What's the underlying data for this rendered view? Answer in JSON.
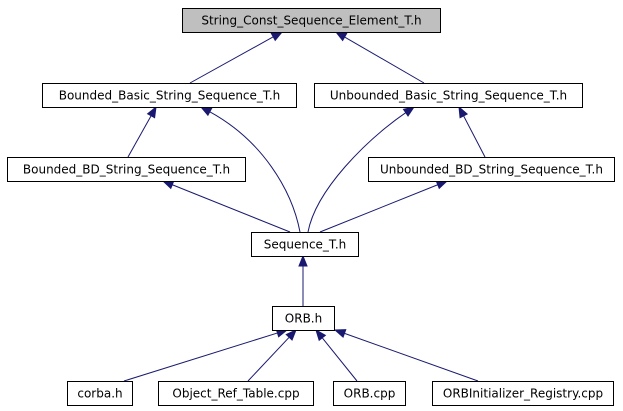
{
  "diagram": {
    "nodes": [
      {
        "id": "string_const",
        "label": "String_Const_Sequence_Element_T.h",
        "highlight": true
      },
      {
        "id": "bounded_basic",
        "label": "Bounded_Basic_String_Sequence_T.h",
        "highlight": false
      },
      {
        "id": "unbounded_basic",
        "label": "Unbounded_Basic_String_Sequence_T.h",
        "highlight": false
      },
      {
        "id": "bounded_bd",
        "label": "Bounded_BD_String_Sequence_T.h",
        "highlight": false
      },
      {
        "id": "unbounded_bd",
        "label": "Unbounded_BD_String_Sequence_T.h",
        "highlight": false
      },
      {
        "id": "sequence",
        "label": "Sequence_T.h",
        "highlight": false
      },
      {
        "id": "orb_h",
        "label": "ORB.h",
        "highlight": false
      },
      {
        "id": "corba_h",
        "label": "corba.h",
        "highlight": false
      },
      {
        "id": "object_ref_table",
        "label": "Object_Ref_Table.cpp",
        "highlight": false
      },
      {
        "id": "orb_cpp",
        "label": "ORB.cpp",
        "highlight": false
      },
      {
        "id": "orbinit_registry",
        "label": "ORBInitializer_Registry.cpp",
        "highlight": false
      }
    ],
    "edges": [
      {
        "from": "bounded_basic",
        "to": "string_const"
      },
      {
        "from": "unbounded_basic",
        "to": "string_const"
      },
      {
        "from": "bounded_bd",
        "to": "bounded_basic"
      },
      {
        "from": "sequence",
        "to": "bounded_basic"
      },
      {
        "from": "sequence",
        "to": "unbounded_basic"
      },
      {
        "from": "unbounded_bd",
        "to": "unbounded_basic"
      },
      {
        "from": "sequence",
        "to": "bounded_bd"
      },
      {
        "from": "sequence",
        "to": "unbounded_bd"
      },
      {
        "from": "orb_h",
        "to": "sequence"
      },
      {
        "from": "corba_h",
        "to": "orb_h"
      },
      {
        "from": "object_ref_table",
        "to": "orb_h"
      },
      {
        "from": "orb_cpp",
        "to": "orb_h"
      },
      {
        "from": "orbinit_registry",
        "to": "orb_h"
      }
    ],
    "colors": {
      "edge": "#191970",
      "highlight_fill": "#bfbfbf",
      "box_fill": "#ffffff",
      "box_stroke": "#000000"
    }
  }
}
